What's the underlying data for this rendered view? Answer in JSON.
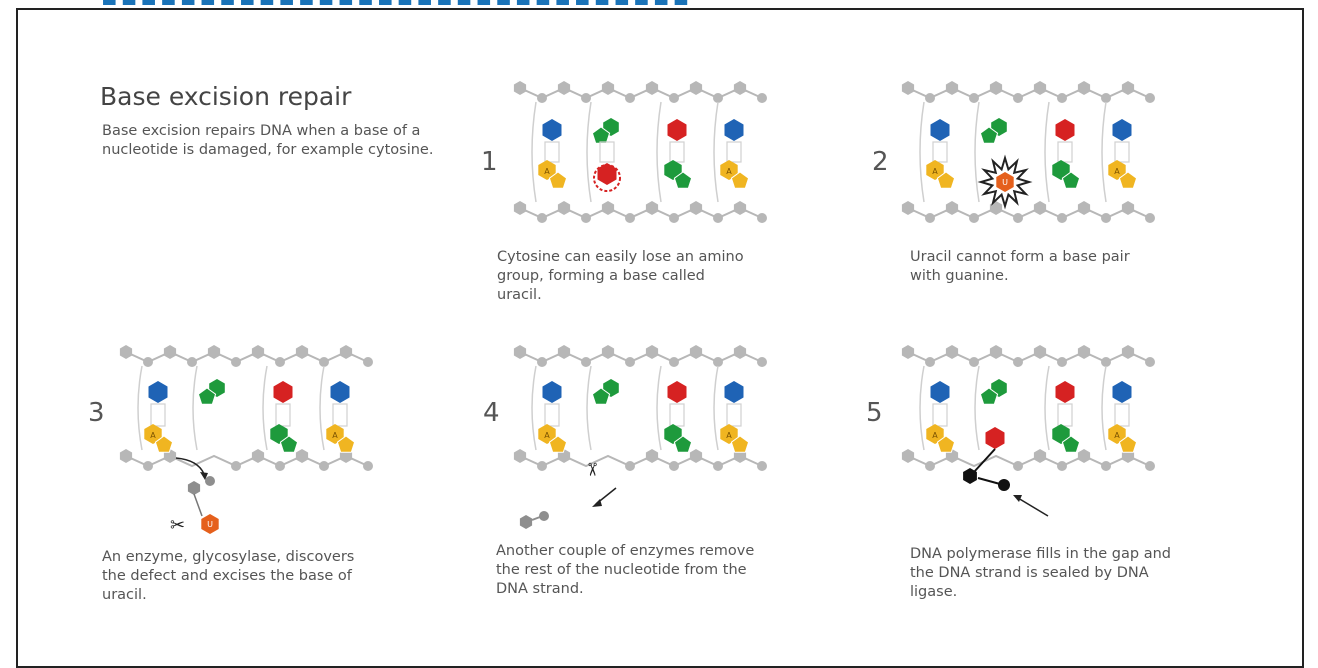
{
  "header": {
    "clipped_title_color": "#1a73b8"
  },
  "title": "Base excision repair",
  "intro": "Base excision repairs DNA when a base of a nucleotide is damaged, for example cytosine.",
  "colors": {
    "backbone": "#b7b7b7",
    "blue": "#1f63b5",
    "green": "#1e9a3c",
    "red": "#d62222",
    "yellow": "#f0b521",
    "orange": "#e5601c",
    "inserted": "#111111"
  },
  "steps": [
    {
      "number": "1",
      "caption": "Cytosine can easily lose an amino group, forming a base called uracil."
    },
    {
      "number": "2",
      "caption": "Uracil cannot form a base pair with guanine."
    },
    {
      "number": "3",
      "caption": "An enzyme, glycosylase, discovers the defect and excises the base of uracil."
    },
    {
      "number": "4",
      "caption": "Another couple of enzymes remove the rest of the nucleotide from the DNA strand."
    },
    {
      "number": "5",
      "caption": "DNA polymerase fills in the gap and the DNA strand is sealed by DNA ligase."
    }
  ],
  "glyphs": {
    "adenine": "A",
    "uracil": "U",
    "scissors": "✂"
  }
}
